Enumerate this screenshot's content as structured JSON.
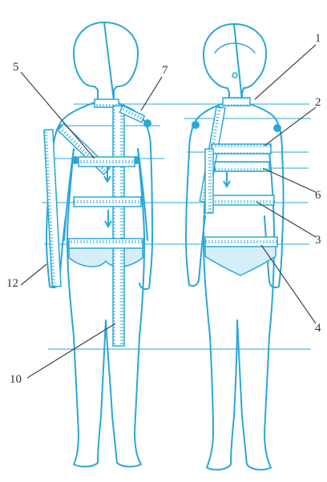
{
  "colors": {
    "outline": "#2aa7d8",
    "tape": "#2aa7d8",
    "tape_light": "#bfe6f5",
    "shading": "#9fd7ef",
    "guide": "#2aa7d8",
    "leader": "#444444",
    "label": "#333333"
  },
  "callouts": [
    {
      "id": "1",
      "label": "1"
    },
    {
      "id": "2",
      "label": "2"
    },
    {
      "id": "6",
      "label": "6"
    },
    {
      "id": "3",
      "label": "3"
    },
    {
      "id": "4",
      "label": "4"
    },
    {
      "id": "5",
      "label": "5"
    },
    {
      "id": "7",
      "label": "7"
    },
    {
      "id": "12",
      "label": "12"
    },
    {
      "id": "10",
      "label": "10"
    }
  ],
  "figures": [
    {
      "id": "back-view"
    },
    {
      "id": "front-view"
    }
  ]
}
